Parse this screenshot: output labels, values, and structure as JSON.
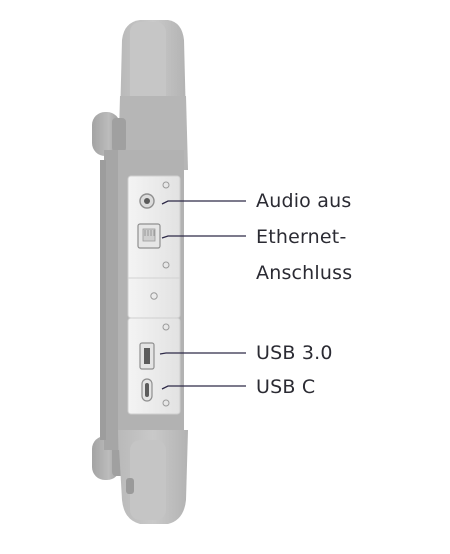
{
  "labels": {
    "audio": "Audio aus",
    "ethernet_line1": "Ethernet-",
    "ethernet_line2": "Anschluss",
    "usb3": "USB 3.0",
    "usbc": "USB C"
  },
  "colors": {
    "body": "#bdbdbd",
    "body_dark": "#9a9a9a",
    "bumper": "#a8a8a8",
    "panel": "#ededed",
    "panel_edge": "#cfcfcf",
    "leader": "#2e2a48",
    "text": "#2b2b33"
  }
}
